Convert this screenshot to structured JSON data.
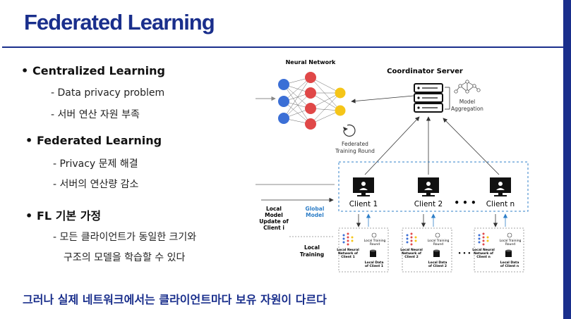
{
  "slide": {
    "title": "Federated Learning",
    "colors": {
      "brand": "#1a2f8c",
      "accent_blue": "#2f7fc8",
      "node_blue": "#3b6fd6",
      "node_red": "#e04848",
      "node_yellow": "#f5c518"
    }
  },
  "bullets": [
    {
      "label": "Centralized Learning",
      "subs": [
        "- Data privacy problem",
        "- 서버 연산 자원 부족"
      ]
    },
    {
      "label": "Federated Learning",
      "subs": [
        "- Privacy 문제 해결",
        "- 서버의 연산량 감소"
      ]
    },
    {
      "label": "FL 기본 가정",
      "subs": [
        "- 모든 클라이언트가 동일한 크기와",
        "구조의 모델을 학습할 수 있다"
      ]
    }
  ],
  "footer": "그러나 실제 네트워크에서는 클라이언트마다 보유 자원이 다르다",
  "diagram": {
    "neural_network_label": "Neural Network",
    "coordinator_label": "Coordinator Server",
    "model_aggregation": [
      "Model",
      "Aggregation"
    ],
    "federated_round": [
      "Federated",
      "Training Round"
    ],
    "clients": [
      "Client 1",
      "Client 2",
      "Client n"
    ],
    "ellipsis": "• • •",
    "legend_local_model": [
      "Local",
      "Model",
      "Update of",
      "Client i"
    ],
    "legend_global_model": [
      "Global",
      "Model"
    ],
    "legend_local_training": [
      "Local",
      "Training"
    ],
    "local_boxes": [
      {
        "network": [
          "Local Neural",
          "Network of",
          "Client 1"
        ],
        "round": [
          "Local Training",
          "Round"
        ],
        "data": [
          "Local Data",
          "of Client 1"
        ]
      },
      {
        "network": [
          "Local Neural",
          "Network of",
          "Client 2"
        ],
        "round": [
          "Local Training",
          "Round"
        ],
        "data": [
          "Local Data",
          "of Client 2"
        ]
      },
      {
        "network": [
          "Local Neural",
          "Network of",
          "Client n"
        ],
        "round": [
          "Local Training",
          "Round"
        ],
        "data": [
          "Local Data",
          "of Client n"
        ]
      }
    ],
    "local_ellipsis": "• • •"
  }
}
